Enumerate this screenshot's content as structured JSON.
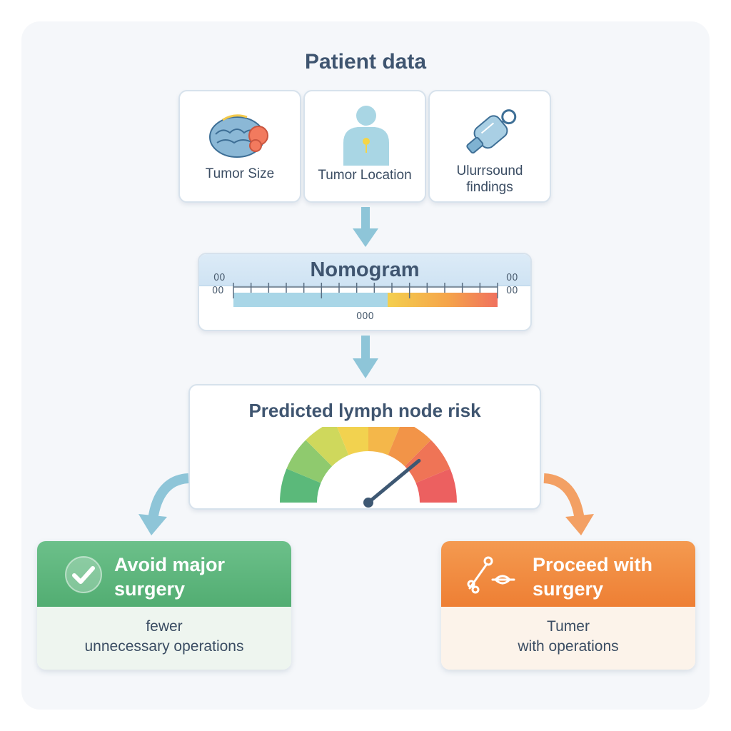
{
  "diagram": {
    "title": "Patient data",
    "inputs": [
      {
        "label": "Tumor Size",
        "icon": "brain-tumor-icon"
      },
      {
        "label": "Tumor Location",
        "icon": "body-silhouette-icon"
      },
      {
        "label": "Ulurrsound findings",
        "icon": "ultrasound-probe-icon"
      }
    ],
    "nomogram": {
      "title": "Nomogram",
      "left_top": "00",
      "left_bottom": "00",
      "right_top": "00",
      "right_bottom": "00",
      "center_label": "000"
    },
    "risk": {
      "title": "Predicted lymph node risk",
      "needle_level": 0.78
    },
    "outcomes": {
      "low": {
        "title_line1": "Avoid major",
        "title_line2": "surgery",
        "body_line1": "fewer",
        "body_line2": "unnecessary operations",
        "icon": "check-circle-icon"
      },
      "high": {
        "title_line1": "Proceed with",
        "title_line2": "surgery",
        "body_line1": "Tumer",
        "body_line2": "with operations",
        "icon": "surgical-instruments-icon"
      }
    },
    "colors": {
      "heading": "#3f5570",
      "arrow_blue": "#8ec5d8",
      "arrow_orange": "#f3a064",
      "green": "#5bb97a",
      "orange": "#f0853a"
    }
  }
}
